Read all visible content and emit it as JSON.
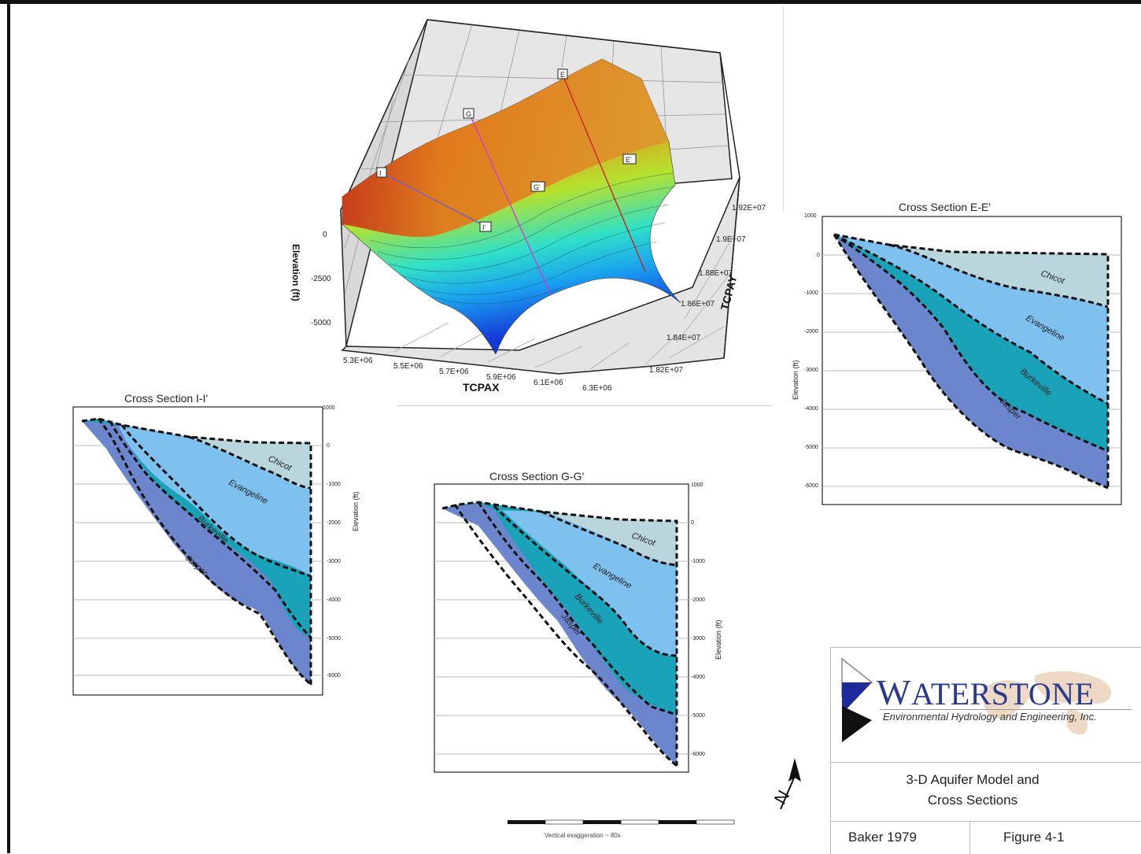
{
  "model3d": {
    "axes": {
      "x_label": "TCPAX",
      "y_label": "TCPAY",
      "z_label": "Elevation (ft)",
      "x_ticks": [
        "5.3E+06",
        "5.5E+06",
        "5.7E+06",
        "5.9E+06",
        "6.1E+06",
        "6.3E+06"
      ],
      "y_ticks": [
        "1.82E+07",
        "1.84E+07",
        "1.86E+07",
        "1.88E+07",
        "1.9E+07",
        "1.92E+07"
      ],
      "z_ticks": [
        "0",
        "-2500",
        "-5000"
      ]
    },
    "section_markers": [
      "I",
      "I'",
      "G",
      "G'",
      "E",
      "E'"
    ],
    "colors": {
      "top": "#e07a1a",
      "mid": "#35d7c7",
      "deep": "#1c3fd8"
    }
  },
  "sections": {
    "ee": {
      "title": "Cross Section E-E'",
      "y_label": "Elevation (ft)",
      "ticks": [
        "1000",
        "0",
        "-1000",
        "-2000",
        "-3000",
        "-4000",
        "-5000",
        "-6000"
      ],
      "layers": [
        "Chicot",
        "Evangeline",
        "Burkeville",
        "Jasper"
      ]
    },
    "ii": {
      "title": "Cross Section I-I'",
      "y_label": "Elevation (ft)",
      "ticks": [
        "1000",
        "0",
        "-1000",
        "-2000",
        "-3000",
        "-4000",
        "-5000",
        "-6000"
      ],
      "layers": [
        "Chicot",
        "Evangeline",
        "Burkeville",
        "Jasper"
      ]
    },
    "gg": {
      "title": "Cross Section G-G'",
      "y_label": "Elevation (ft)",
      "ticks": [
        "1000",
        "0",
        "-1000",
        "-2000",
        "-3000",
        "-4000",
        "-5000",
        "-6000"
      ],
      "layers": [
        "Chicot",
        "Evangeline",
        "Burkeville",
        "Jasper"
      ]
    },
    "layer_colors": {
      "chicot": "#b9d6dc",
      "evangeline": "#7ec0ee",
      "burkeville": "#1aa3b8",
      "jasper": "#6b86cc"
    }
  },
  "scale_bar": {
    "caption": "Vertical exaggeration ~ 80x"
  },
  "title_block": {
    "company_large": "W",
    "company_rest": "ATERSTONE",
    "company_subtitle": "Environmental Hydrology and Engineering, Inc.",
    "figure_title_line1": "3-D Aquifer Model and",
    "figure_title_line2": "Cross Sections",
    "author": "Baker 1979",
    "figure_number": "Figure 4-1"
  }
}
